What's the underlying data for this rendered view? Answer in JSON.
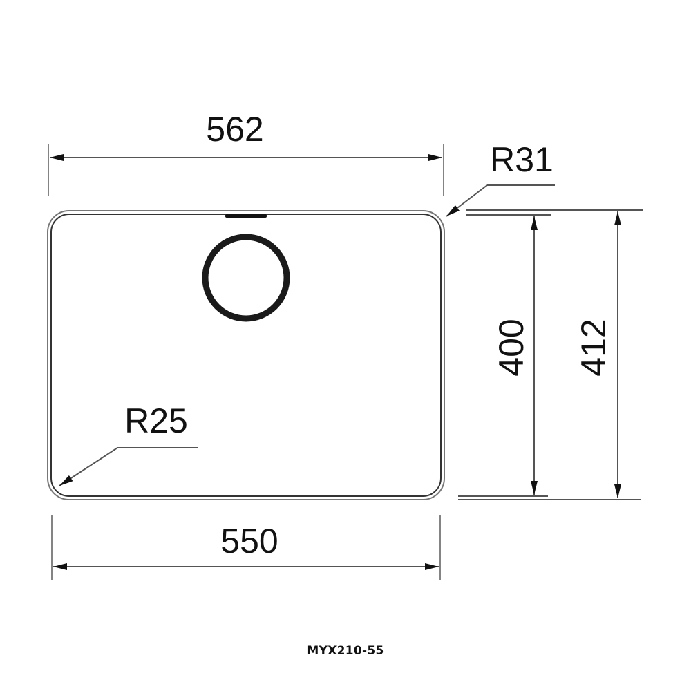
{
  "drawing": {
    "type": "technical-dimension-drawing",
    "subject": "undermount sink bowl (top view)",
    "model_label": "MYX210-55",
    "dimensions": {
      "outer_width": "562",
      "inner_width": "550",
      "inner_depth": "400",
      "outer_depth": "412",
      "outer_corner_radius": "R31",
      "inner_corner_radius": "R25"
    },
    "features": {
      "drain": "circular drain outlet",
      "overflow": "overflow slot at top edge"
    },
    "colors": {
      "background": "#ffffff",
      "lines": "#555555",
      "text": "#111111"
    }
  }
}
